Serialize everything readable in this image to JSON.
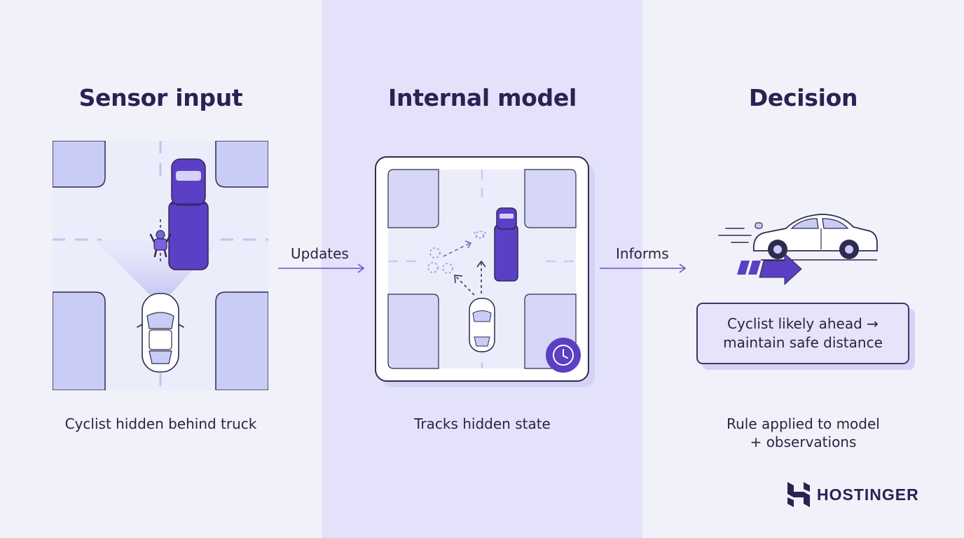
{
  "columns": [
    {
      "heading": "Sensor input",
      "caption": "Cyclist hidden behind truck"
    },
    {
      "heading": "Internal model",
      "caption": "Tracks hidden state"
    },
    {
      "heading": "Decision",
      "caption_line1": "Rule applied to model",
      "caption_line2": "+ observations"
    }
  ],
  "arrows": {
    "updates": "Updates",
    "informs": "Informs"
  },
  "decision_box": {
    "line1": "Cyclist likely ahead →",
    "line2": "maintain safe distance"
  },
  "logo": {
    "text": "HOSTINGER",
    "icon": "hostinger-h-logo"
  },
  "colors": {
    "accent": "#5b3fc4",
    "accent_dark": "#4a32a8",
    "panel_blue": "#c9cdf6",
    "road": "#ecedfb",
    "middle_column": "#e3e2fa",
    "text": "#2b2152"
  }
}
